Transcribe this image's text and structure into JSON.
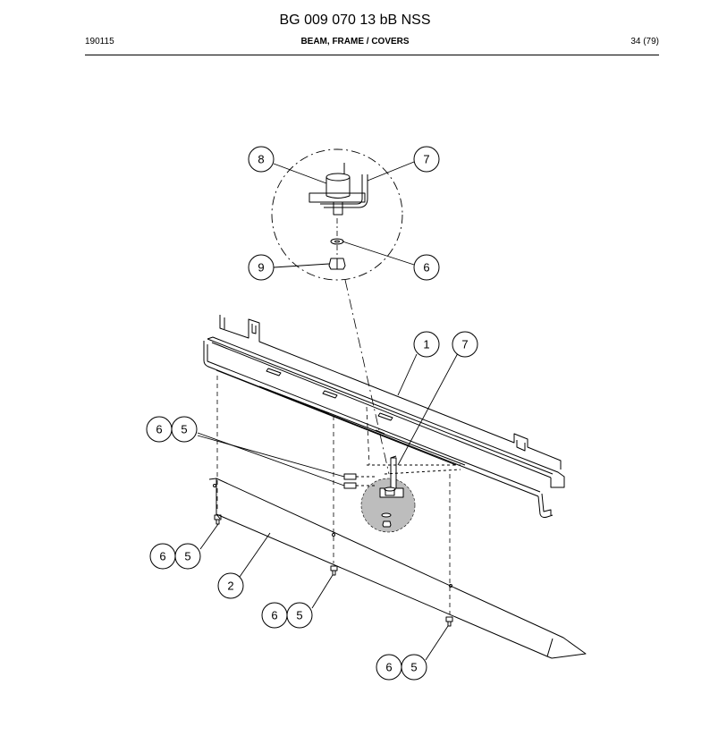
{
  "header": {
    "title": "BG 009 070 13 bB NSS",
    "doc_number": "190115",
    "section": "BEAM, FRAME / COVERS",
    "page": "34 (79)"
  },
  "drawing": {
    "callouts": [
      "8",
      "7",
      "9",
      "6",
      "1",
      "7",
      "6",
      "5",
      "6",
      "5",
      "2",
      "6",
      "5",
      "6",
      "5"
    ],
    "colors": {
      "line": "#000000",
      "hatch": "#bdbdbd"
    }
  }
}
